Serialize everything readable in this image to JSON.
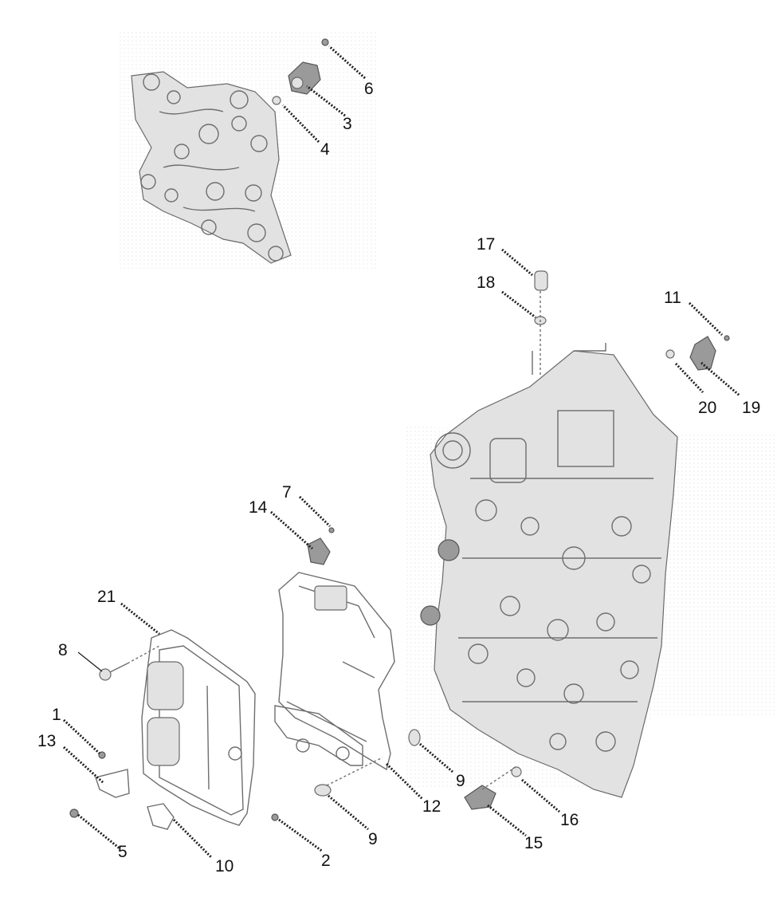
{
  "diagram": {
    "colors": {
      "line": "#6e6e6e",
      "text": "#111111",
      "screen": "#d8d8d8"
    },
    "callouts": {
      "c1": "1",
      "c2": "2",
      "c3": "3",
      "c4": "4",
      "c5": "5",
      "c6": "6",
      "c7": "7",
      "c8": "8",
      "c9a": "9",
      "c9b": "9",
      "c10": "10",
      "c11": "11",
      "c12": "12",
      "c13": "13",
      "c14": "14",
      "c15": "15",
      "c16": "16",
      "c17": "17",
      "c18": "18",
      "c19": "19",
      "c20": "20",
      "c21": "21"
    }
  }
}
